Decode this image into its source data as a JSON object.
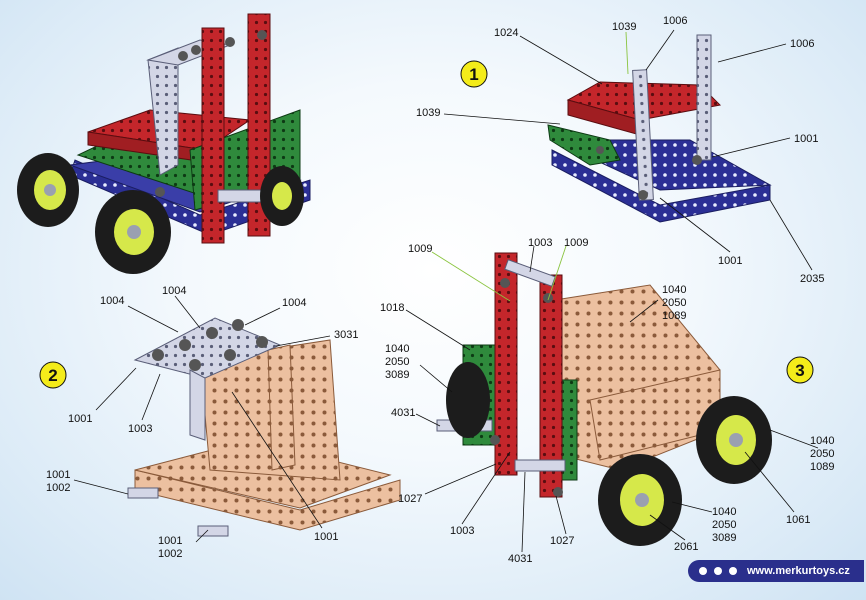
{
  "steps": {
    "s1": "1",
    "s2": "2",
    "s3": "3"
  },
  "labels": {
    "p1_1024": "1024",
    "p1_1039_top": "1039",
    "p1_1006_top": "1006",
    "p1_1006_right": "1006",
    "p1_1039_left": "1039",
    "p1_1001_right": "1001",
    "p1_1001_bottom": "1001",
    "p1_2035": "2035",
    "p2_1004_a": "1004",
    "p2_1004_b": "1004",
    "p2_1004_c": "1004",
    "p2_3031": "3031",
    "p2_1001_left": "1001",
    "p2_1003": "1003",
    "p2_1001_1002_a1": "1001",
    "p2_1001_1002_a2": "1002",
    "p2_1001_1002_b1": "1001",
    "p2_1001_1002_b2": "1002",
    "p2_1001_bottom": "1001",
    "p3_1009_left": "1009",
    "p3_1003_top": "1003",
    "p3_1009_right": "1009",
    "p3_1018": "1018",
    "p3_1040_a": "1040",
    "p3_2050_a": "2050",
    "p3_3089_a": "3089",
    "p3_1040_tr": "1040",
    "p3_2050_tr": "2050",
    "p3_1089_tr": "1089",
    "p3_4031_left": "4031",
    "p3_1027_left": "1027",
    "p3_1003_bottom": "1003",
    "p3_4031_bottom": "4031",
    "p3_1027_right": "1027",
    "p3_1040_r": "1040",
    "p3_2050_r": "2050",
    "p3_1089_r": "1089",
    "p3_1061": "1061",
    "p3_1040_br": "1040",
    "p3_2050_br": "2050",
    "p3_3089_br": "3089",
    "p3_2061": "2061"
  },
  "footer": {
    "website": "www.merkurtoys.cz"
  },
  "colors": {
    "red": "#c4262b",
    "green": "#2f8a3c",
    "blue": "#2b2f95",
    "silver": "#cdd0e0",
    "copper": "#ecc0a0",
    "tire": "#1c1c1c",
    "rim": "#d6e84a",
    "step_badge": "#f4ec1a",
    "footer_bg": "#2a2f8c"
  }
}
